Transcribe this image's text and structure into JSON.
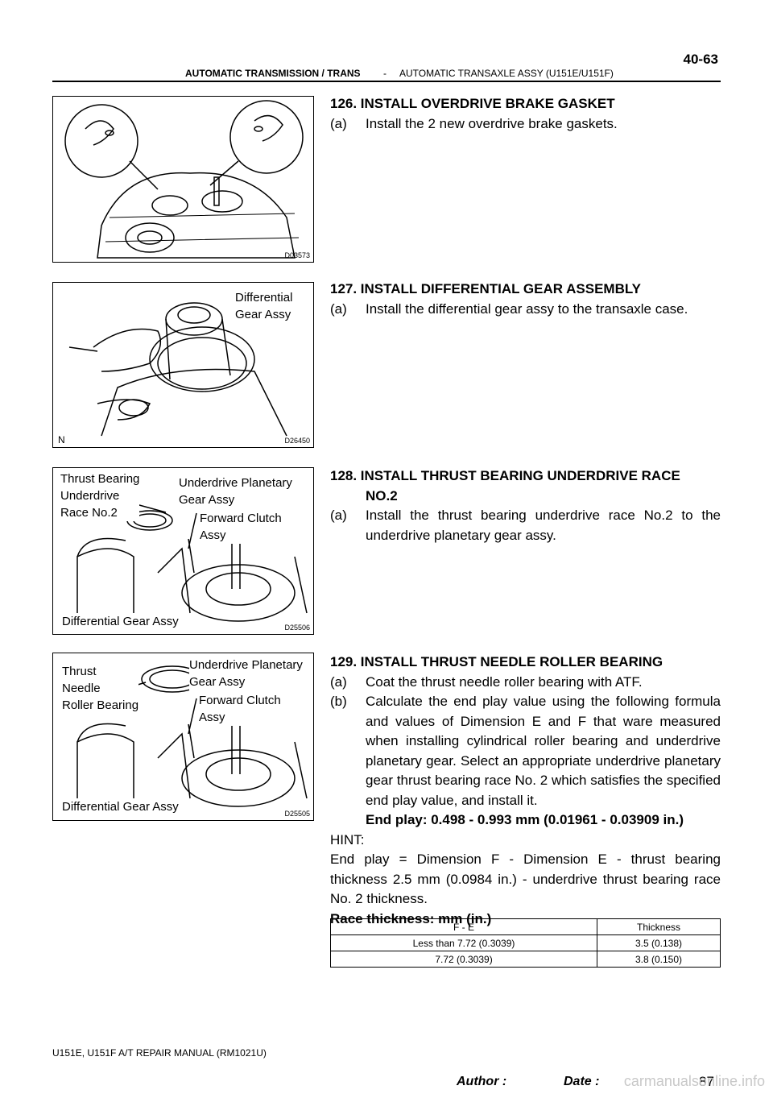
{
  "header": {
    "left": "AUTOMATIC TRANSMISSION / TRANS",
    "dash": "-",
    "right": "AUTOMATIC TRANSAXLE ASSY (U151E/U151F)",
    "page": "40-63"
  },
  "figures": [
    {
      "code": "D03573",
      "labels": []
    },
    {
      "code": "D26450",
      "corner": "N",
      "labels": [
        "Differential\nGear Assy"
      ]
    },
    {
      "code": "D25506",
      "labels": [
        "Thrust Bearing\nUnderdrive\nRace No.2",
        "Underdrive Planetary\nGear Assy",
        "Forward Clutch\nAssy",
        "Differential Gear Assy"
      ]
    },
    {
      "code": "D25505",
      "labels": [
        "Thrust\nNeedle\nRoller Bearing",
        "Underdrive Planetary\nGear Assy",
        "Forward Clutch\nAssy",
        "Differential Gear Assy"
      ]
    }
  ],
  "steps": {
    "s126": {
      "title": "126.  INSTALL OVERDRIVE BRAKE GASKET",
      "a_num": "(a)",
      "a_text": "Install the 2 new overdrive brake gaskets."
    },
    "s127": {
      "title": "127.  INSTALL DIFFERENTIAL GEAR ASSEMBLY",
      "a_num": "(a)",
      "a_text": "Install the differential gear assy to the transaxle case."
    },
    "s128": {
      "title_line1": "128.  INSTALL THRUST BEARING UNDERDRIVE RACE",
      "title_line2": "NO.2",
      "a_num": "(a)",
      "a_text": "Install the thrust bearing underdrive race No.2 to the underdrive planetary gear assy."
    },
    "s129": {
      "title": "129.  INSTALL THRUST NEEDLE ROLLER BEARING",
      "a_num": "(a)",
      "a_text": "Coat the thrust needle roller bearing with ATF.",
      "b_num": "(b)",
      "b_text": "Calculate the end play value using the following formula and values of Dimension E and F that ware measured when installing cylindrical roller bearing and underdrive planetary gear. Select an appropriate underdrive planetary gear thrust bearing race No. 2 which satisfies the specified end play value, and install it.",
      "spec": "End play: 0.498 - 0.993 mm (0.01961 - 0.03909 in.)",
      "hint": "HINT:",
      "hint_text": "End play = Dimension F - Dimension E - thrust bearing thickness 2.5 mm (0.0984 in.) - underdrive thrust bearing race No. 2 thickness.",
      "table_title": "Race thickness: mm (in.)"
    }
  },
  "table": {
    "headers": [
      "F - E",
      "Thickness"
    ],
    "rows": [
      [
        "Less than 7.72 (0.3039)",
        "3.5 (0.138)"
      ],
      [
        "7.72 (0.3039)",
        "3.8 (0.150)"
      ]
    ]
  },
  "footer": {
    "manual": "U151E, U151F A/T REPAIR MANUAL   (RM1021U)",
    "author": "Author :",
    "date": "Date :",
    "page": "87",
    "watermark": "carmanualsonline.info"
  }
}
